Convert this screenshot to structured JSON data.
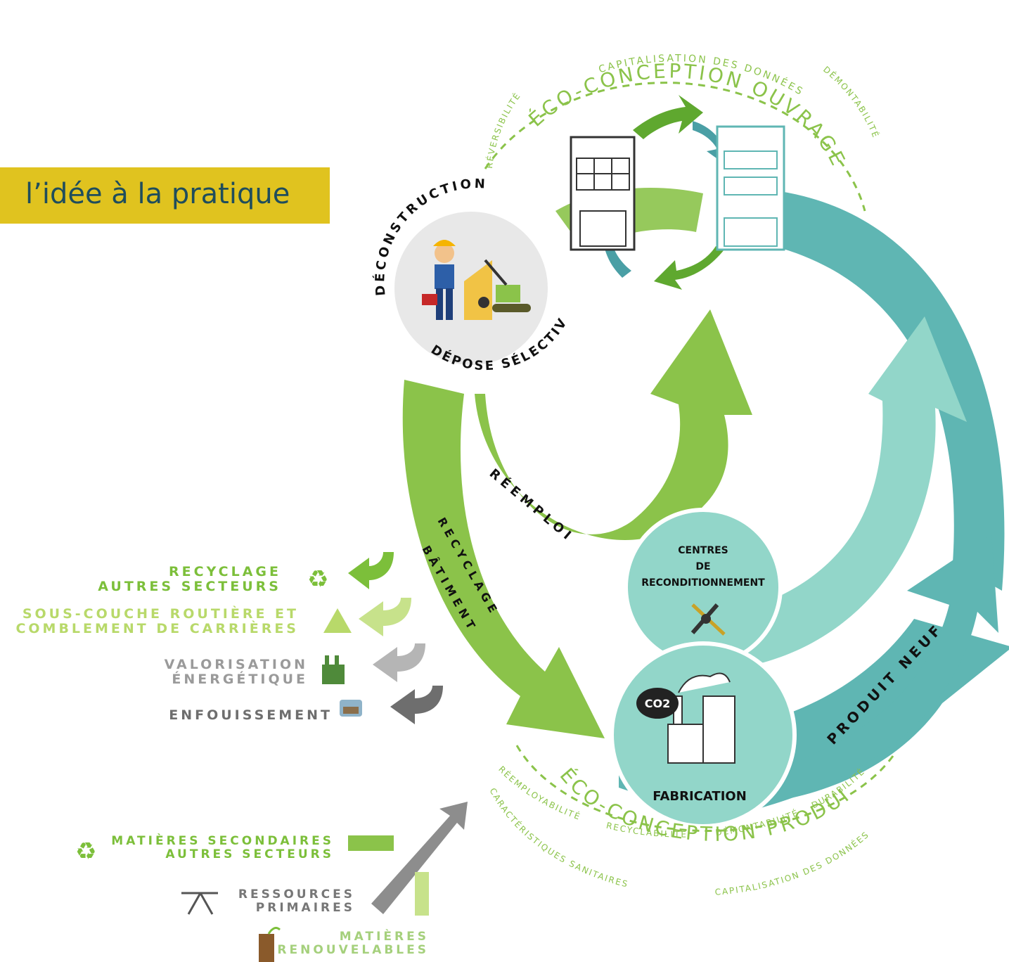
{
  "title": "l’idée à la pratique",
  "colors": {
    "green": "#8bc34a",
    "green_dark": "#5fa82f",
    "teal": "#5fb6b3",
    "teal_light": "#92d6c9",
    "banner": "#e0c31f",
    "grey": "#8d8d8d",
    "grey_dark": "#6e6e6e"
  },
  "top_arc": {
    "outer": "CAPITALISATION DES DONNÉES",
    "main": "ÉCO-CONCEPTION OUVRAGE",
    "left": "RÉVERSIBILITÉ",
    "right": "DÉMONTABILITÉ"
  },
  "deconstruction_circle": {
    "top": "DÉCONSTRUCTION",
    "bottom": "DÉPOSE SÉLECTIVE"
  },
  "arrows": {
    "reuse": "RÉEMPLOI",
    "building_recycling_1": "RECYCLAGE",
    "building_recycling_2": "BÂTIMENT",
    "new_product": "PRODUIT NEUF"
  },
  "centres": {
    "line1": "CENTRES",
    "line2": "DE",
    "line3": "RECONDITIONNEMENT"
  },
  "fabrication": {
    "label": "FABRICATION",
    "co2": "CO2"
  },
  "bottom_arc": {
    "main": "ÉCO-CONCEPTION PRODUIT",
    "inner_left": "RÉEMPLOYABILITÉ",
    "inner_mid": "RECYCLABILITÉ",
    "inner_right": "DÉMONTABILITÉ",
    "inner_far": "DURABILITÉ",
    "outer_left": "CARACTÉRISTIQUES SANITAIRES",
    "outer_right": "CAPITALISATION DES DONNÉES"
  },
  "outputs": [
    {
      "line1": "RECYCLAGE",
      "line2": "AUTRES SECTEURS",
      "color": "#7cbf3a"
    },
    {
      "line1": "SOUS-COUCHE ROUTIÈRE ET",
      "line2": "COMBLEMENT DE CARRIÈRES",
      "color": "#b8d96a"
    },
    {
      "line1": "VALORISATION",
      "line2": "ÉNERGÉTIQUE",
      "color": "#9a9a9a"
    },
    {
      "line1": "ENFOUISSEMENT",
      "line2": "",
      "color": "#6e6e6e"
    }
  ],
  "inputs": [
    {
      "line1": "MATIÈRES SECONDAIRES",
      "line2": "AUTRES SECTEURS",
      "color": "#7cbf3a"
    },
    {
      "line1": "RESSOURCES",
      "line2": "PRIMAIRES",
      "color": "#777777"
    },
    {
      "line1": "MATIÈRES",
      "line2": "RENOUVELABLES",
      "color": "#a5d07c"
    }
  ]
}
